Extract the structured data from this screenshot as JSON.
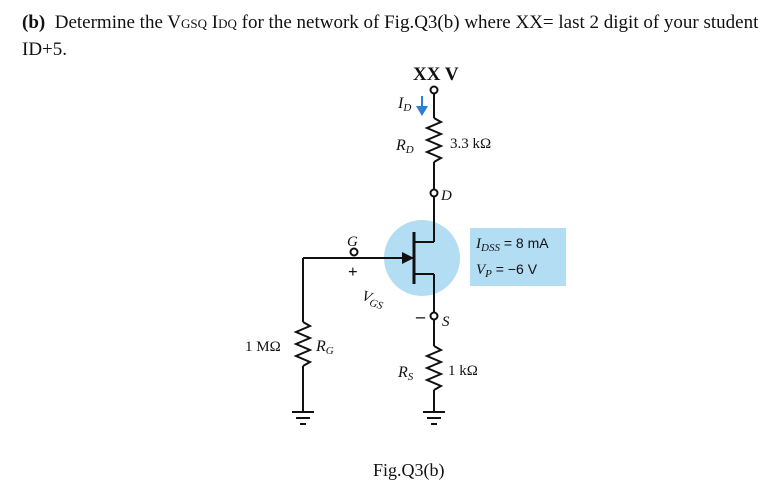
{
  "question": {
    "label": "(b)",
    "text_1": "Determine the V",
    "sub_1": "GSQ",
    "text_2": " I",
    "sub_2": "DQ",
    "text_3": " for the network of Fig.Q3(b) where XX= last 2 digit of your student ID+5."
  },
  "circuit": {
    "supply": "XX V",
    "id_label": "I",
    "id_sub": "D",
    "rd_label": "R",
    "rd_sub": "D",
    "rd_value": "3.3 kΩ",
    "drain_label": "D",
    "gate_label": "G",
    "gate_plus": "+",
    "idss_label": "I",
    "idss_sub": "DSS",
    "idss_value": " = 8 mA",
    "vp_label": "V",
    "vp_sub": "P",
    "vp_value": " = −6 V",
    "vgs_label": "V",
    "vgs_sub": "GS",
    "vgs_minus": "–",
    "source_label": "S",
    "rg_value": "1 MΩ",
    "rg_label": "R",
    "rg_sub": "G",
    "rs_label": "R",
    "rs_sub": "S",
    "rs_value": "1 kΩ",
    "caption": "Fig.Q3(b)"
  },
  "colors": {
    "jfet_highlight": "#b3ddf3",
    "param_box": "#b3ddf3",
    "wire": "#111111"
  }
}
